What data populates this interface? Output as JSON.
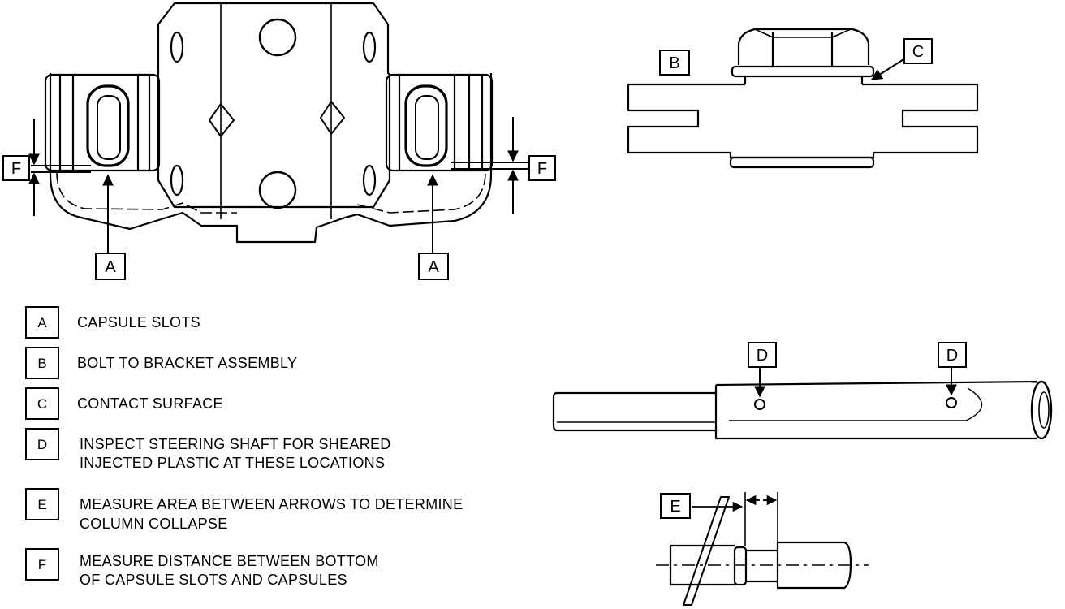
{
  "callouts": {
    "a_left": "A",
    "a_right": "A",
    "f_left": "F",
    "f_right": "F",
    "b": "B",
    "c": "C",
    "d_left": "D",
    "d_right": "D",
    "e": "E"
  },
  "legend": [
    {
      "letter": "A",
      "lines": [
        "CAPSULE SLOTS"
      ]
    },
    {
      "letter": "B",
      "lines": [
        "BOLT TO BRACKET ASSEMBLY"
      ]
    },
    {
      "letter": "C",
      "lines": [
        "CONTACT SURFACE"
      ]
    },
    {
      "letter": "D",
      "lines": [
        "INSPECT STEERING SHAFT FOR SHEARED",
        "INJECTED PLASTIC AT THESE LOCATIONS"
      ]
    },
    {
      "letter": "E",
      "lines": [
        "MEASURE AREA BETWEEN ARROWS TO DETERMINE",
        "COLUMN COLLAPSE"
      ]
    },
    {
      "letter": "F",
      "lines": [
        "MEASURE DISTANCE BETWEEN BOTTOM",
        "OF CAPSULE SLOTS AND CAPSULES"
      ]
    }
  ]
}
